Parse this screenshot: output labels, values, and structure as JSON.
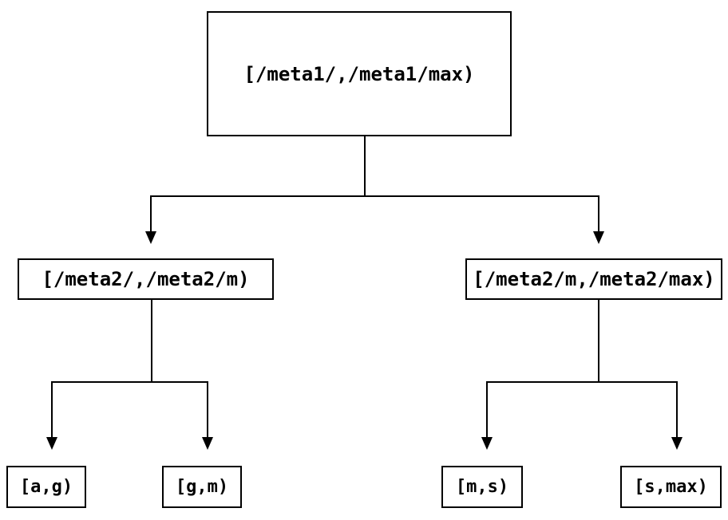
{
  "diagram": {
    "type": "tree",
    "background_color": "#ffffff",
    "line_color": "#000000",
    "text_color": "#000000",
    "nodes": {
      "root": {
        "label": "[/meta1/,/meta1/max)",
        "level": 1
      },
      "mid_left": {
        "label": "[/meta2/,/meta2/m)",
        "level": 2,
        "parent": "root"
      },
      "mid_right": {
        "label": "[/meta2/m,/meta2/max)",
        "level": 2,
        "parent": "root"
      },
      "leaf_ag": {
        "label": "[a,g)",
        "level": 3,
        "parent": "mid_left"
      },
      "leaf_gm": {
        "label": "[g,m)",
        "level": 3,
        "parent": "mid_left"
      },
      "leaf_ms": {
        "label": "[m,s)",
        "level": 3,
        "parent": "mid_right"
      },
      "leaf_smax": {
        "label": "[s,max)",
        "level": 3,
        "parent": "mid_right"
      }
    },
    "edges": [
      {
        "from": "root",
        "to": "mid_left",
        "arrow": "down"
      },
      {
        "from": "root",
        "to": "mid_right",
        "arrow": "down"
      },
      {
        "from": "mid_left",
        "to": "leaf_ag",
        "arrow": "down"
      },
      {
        "from": "mid_left",
        "to": "leaf_gm",
        "arrow": "down"
      },
      {
        "from": "mid_right",
        "to": "leaf_ms",
        "arrow": "down"
      },
      {
        "from": "mid_right",
        "to": "leaf_smax",
        "arrow": "down"
      }
    ]
  }
}
